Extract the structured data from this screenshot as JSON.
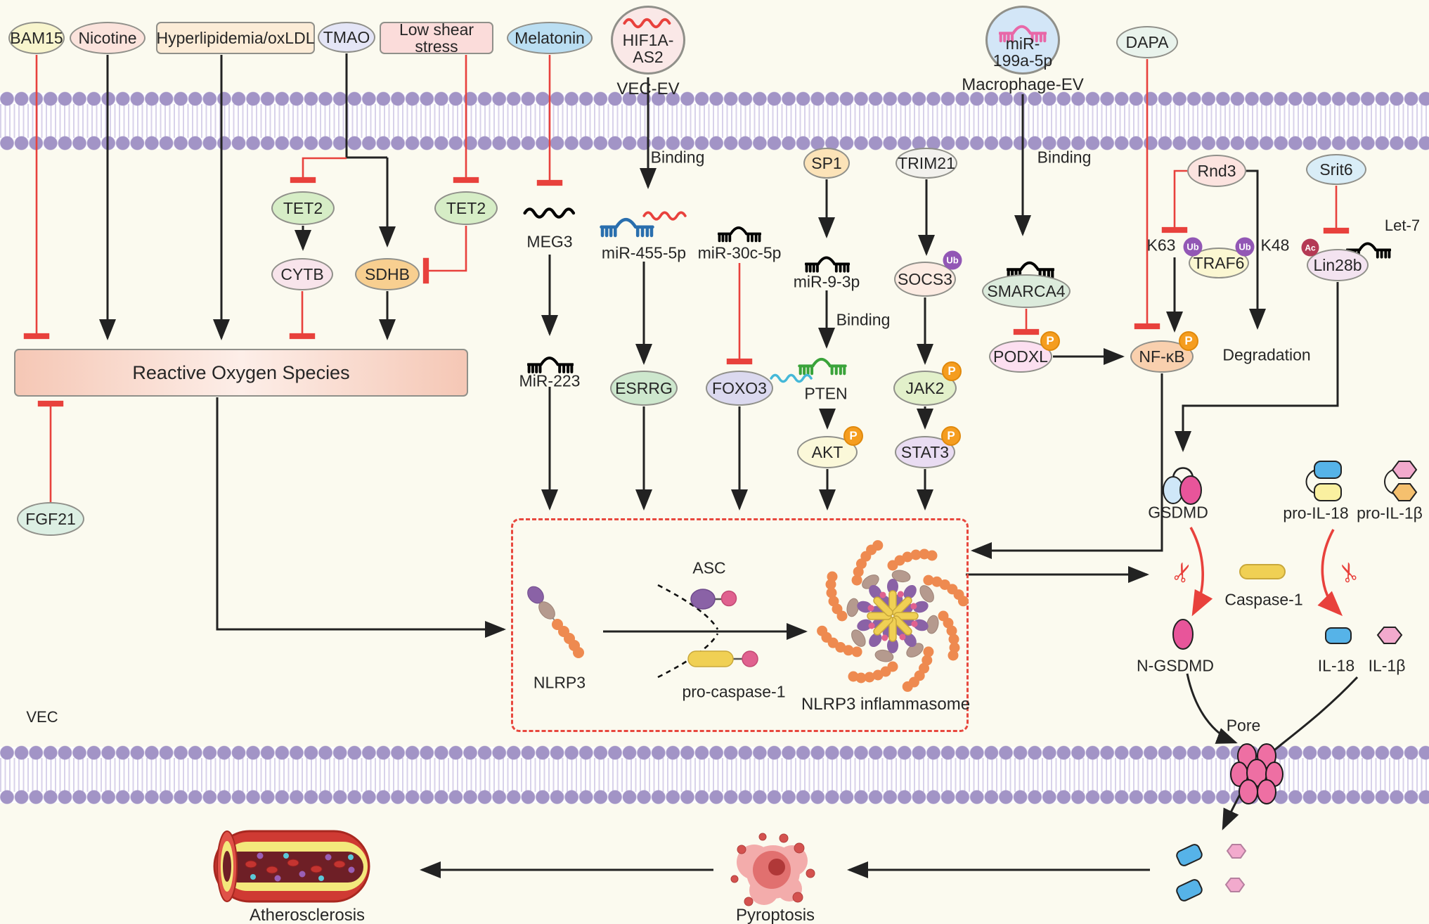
{
  "figure": {
    "type": "signaling-pathway-diagram",
    "cell_label": "VEC",
    "outcome_flow": [
      "NLRP3 inflammasome",
      "Pyroptosis",
      "Atherosclerosis"
    ]
  },
  "nodes": {
    "bam15": "BAM15",
    "nicotine": "Nicotine",
    "hyperlipidemia": "Hyperlipidemia/oxLDL",
    "tmao": "TMAO",
    "low_shear": "Low shear stress",
    "melatonin": "Melatonin",
    "hif1a_as2": "HIF1A-AS2",
    "vec_ev": "VEC-EV",
    "mir199": "miR-199a-5p",
    "macrophage_ev": "Macrophage-EV",
    "dapa": "DAPA",
    "tet2_left": "TET2",
    "tet2_right": "TET2",
    "cytb": "CYTB",
    "sdhb": "SDHB",
    "ros": "Reactive Oxygen Species",
    "fgf21": "FGF21",
    "meg3": "MEG3",
    "mir223": "MiR-223",
    "mir455": "miR-455-5p",
    "mir30c": "miR-30c-5p",
    "mir9": "miR-9-3p",
    "pten": "PTEN",
    "sp1": "SP1",
    "trim21": "TRIM21",
    "socs3": "SOCS3",
    "jak2": "JAK2",
    "akt": "AKT",
    "stat3": "STAT3",
    "esrrg": "ESRRG",
    "foxo3": "FOXO3",
    "smarca4": "SMARCA4",
    "podxl": "PODXL",
    "nfkb": "NF-κB",
    "rnd3": "Rnd3",
    "traf6": "TRAF6",
    "srit6": "Srit6",
    "lin28b": "Lin28b",
    "let7": "Let-7",
    "nlrp3": "NLRP3",
    "asc": "ASC",
    "pro_caspase1": "pro-caspase-1",
    "inflammasome": "NLRP3 inflammasome",
    "gsdmd": "GSDMD",
    "n_gsdmd": "N-GSDMD",
    "caspase1": "Caspase-1",
    "pro_il18": "pro-IL-18",
    "pro_il1b": "pro-IL-1β",
    "il18": "IL-18",
    "il1b": "IL-1β",
    "pore": "Pore",
    "pyroptosis": "Pyroptosis",
    "atherosclerosis": "Atherosclerosis",
    "vec": "VEC"
  },
  "labels": {
    "binding": "Binding",
    "k63": "K63",
    "k48": "K48",
    "degradation": "Degradation"
  },
  "badges": {
    "phospho": "P",
    "ubiquitin": "Ub",
    "acetyl": "Ac"
  },
  "icons": {
    "scissors": "✂"
  },
  "colors": {
    "activation_arrow": "#222222",
    "inhibition_line": "#e8413c",
    "membrane_head": "#a294c6",
    "inflammasome_box_border": "#e8483e",
    "phospho_badge": "#f59d1f",
    "ubiquitin_badge": "#9257b5",
    "acetyl_badge": "#b43a55",
    "caspase_capsule": "#f0d054",
    "il18_molecule": "#56b3e8",
    "il1b_molecule": "#f2aacd",
    "pore_pink": "#ee6fa3"
  }
}
